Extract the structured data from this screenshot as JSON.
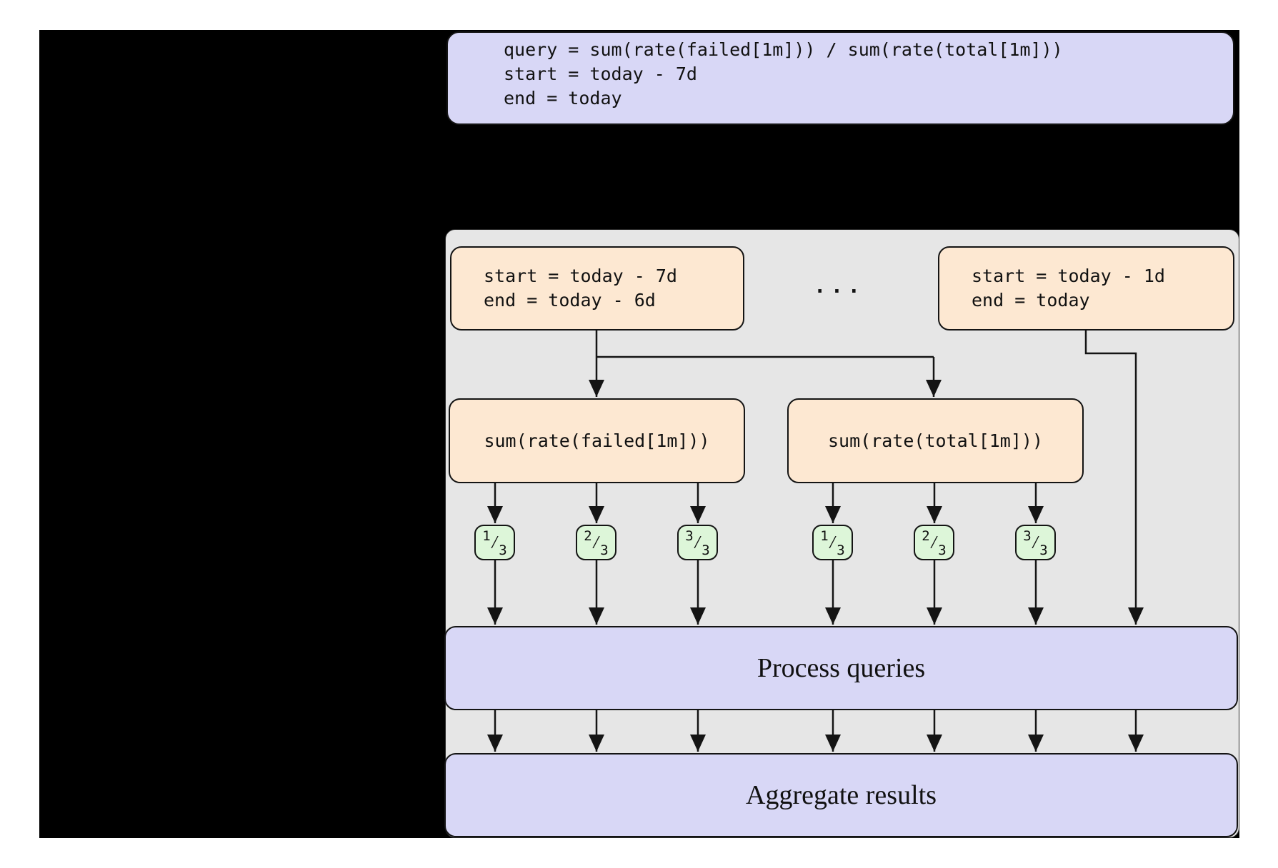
{
  "colors": {
    "page_background": "#ffffff",
    "slide_background": "#000000",
    "panel_gray": "#e6e6e6",
    "box_lavender": "#d8d7f6",
    "box_peach": "#fde8d2",
    "shard_green": "#ddf6d9",
    "stroke": "#141414"
  },
  "code_box": {
    "lines": [
      "query = sum(rate(failed[1m])) / sum(rate(total[1m]))",
      "start = today - 7d",
      "end = today"
    ]
  },
  "pipeline": {
    "range_boxes": [
      {
        "lines": [
          "start = today - 7d",
          "end = today - 6d"
        ]
      },
      {
        "lines": [
          "start = today - 1d",
          "end = today"
        ]
      }
    ],
    "ellipsis": "...",
    "sum_boxes": [
      {
        "label": "sum(rate(failed[1m]))"
      },
      {
        "label": "sum(rate(total[1m]))"
      }
    ],
    "shards": [
      {
        "num": "1",
        "den": "3"
      },
      {
        "num": "2",
        "den": "3"
      },
      {
        "num": "3",
        "den": "3"
      },
      {
        "num": "1",
        "den": "3"
      },
      {
        "num": "2",
        "den": "3"
      },
      {
        "num": "3",
        "den": "3"
      }
    ],
    "process_label": "Process queries",
    "aggregate_label": "Aggregate results"
  }
}
